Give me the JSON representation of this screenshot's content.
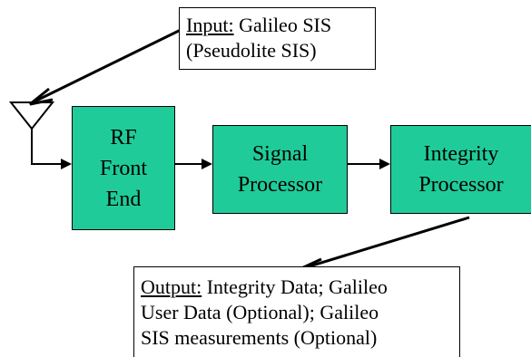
{
  "input_callout": {
    "label": "Input:",
    "line1_rest": " Galileo SIS",
    "line2": "(Pseudolite SIS)"
  },
  "blocks": {
    "rf": {
      "lines": [
        "RF",
        "Front",
        "End"
      ]
    },
    "signal": {
      "lines": [
        "Signal",
        "Processor"
      ]
    },
    "integrity": {
      "lines": [
        "Integrity",
        "Processor"
      ]
    }
  },
  "output_callout": {
    "label": "Output:",
    "line1_rest": " Integrity Data; Galileo",
    "line2": "User Data (Optional); Galileo",
    "line3": "SIS measurements (Optional)"
  },
  "colors": {
    "block_fill": "#1fcc99",
    "stroke": "#000000"
  },
  "icons": {
    "antenna": "antenna-icon"
  }
}
